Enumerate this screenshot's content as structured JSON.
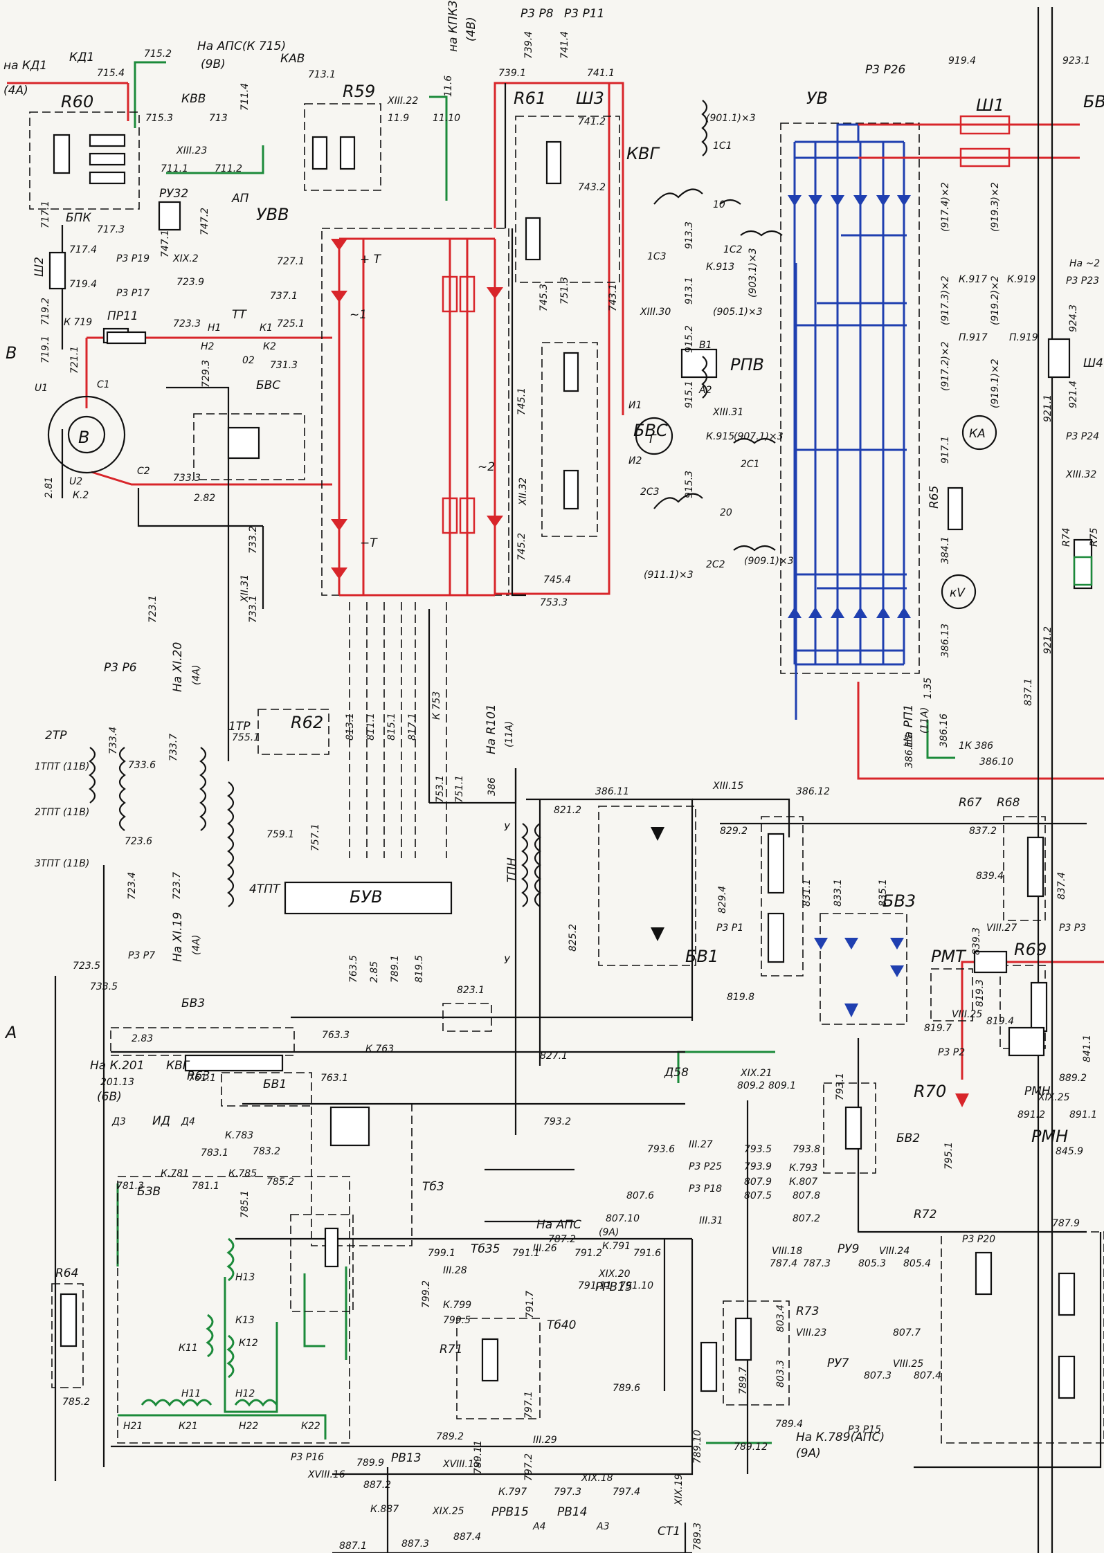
{
  "colors": {
    "power": "#d8252a",
    "rectifier": "#1f3fb0",
    "control": "#1b8a3a",
    "wire": "#111111",
    "paper": "#f7f6f2"
  },
  "labels": {
    "kd1_dest": "на КД1",
    "kd1_dest_sheet": "(4А)",
    "kd1": "КД1",
    "aps_715": "На АПС(К 715)",
    "aps_715_sheet": "(9В)",
    "kpk3": "на КПК3",
    "kpk3_sheet": "(4В)",
    "kav": "КАВ",
    "kvv": "КВВ",
    "r60": "R60",
    "r59": "R59",
    "r61": "R61",
    "sh3": "Ш3",
    "kvg": "КВГ",
    "ap": "АП",
    "uvv": "УВВ",
    "ru32": "РУ32",
    "bpk": "БПК",
    "pr11": "ПР11",
    "tt": "ТТ",
    "bvs_left": "БВС",
    "bvs_right": "БВС",
    "uv": "УВ",
    "sh1": "Ш1",
    "bv_top": "БВ",
    "rpv": "РПВ",
    "gen_b": "В",
    "gen_g": "Г",
    "ka": "КА",
    "kv": "кV",
    "r65": "R65",
    "sh2": "Ш2",
    "sh4": "Ш4",
    "r74": "R74",
    "r75": "R75",
    "plus_t": "+ Т",
    "minus_t": "−Т",
    "tilde1": "~1",
    "tilde2": "~2",
    "row_b": "В",
    "row_a": "А",
    "tr2": "2ТР",
    "tr1": "1ТР",
    "tpt1": "1ТПТ (11В)",
    "tpt2": "2ТПТ (11В)",
    "tpt3": "3ТПТ (11В)",
    "tpt4": "4ТПТ",
    "r62": "R62",
    "buv": "БУВ",
    "tpn": "ТПН",
    "bv1_mid": "БВ1",
    "bv1_left": "БВ1",
    "bv3": "БВ3",
    "bv3_bot": "БВ3",
    "r67": "R67",
    "r68": "R68",
    "r69": "R69",
    "rmt": "РМТ",
    "r63": "R63",
    "r64": "R64",
    "r70": "R70",
    "r71": "R71",
    "r72": "R72",
    "r73": "R73",
    "bzv": "БЗВ",
    "id": "ИД",
    "tb3": "Тб3",
    "tb35": "Тб35",
    "tb40": "Тб40",
    "ppv15": "РРВ15",
    "ru7": "РУ7",
    "ru9": "РУ9",
    "rmn_a": "РМН",
    "rmn_b": "РМН",
    "bv2": "БВ2",
    "d58": "Д58",
    "rv13": "РВ13",
    "ppv15_bot": "РРВ15",
    "rv14": "РВ14",
    "st1": "СТ1",
    "na_aps_807": "На АПС",
    "na_aps_807_sheet": "(9А)",
    "na_k789": "На К.789(АПС)",
    "na_k789_sheet": "(9А)",
    "na_r101": "На R101",
    "na_r101_sheet": "(11А)",
    "na_rp1": "На РП1",
    "na_rp1_sheet": "(11А)",
    "na_xi20": "На XI.20",
    "na_xi20_sheet": "(4А)",
    "na_xi19": "На XI.19",
    "na_xi19_sheet": "(4А)",
    "na_k201": "На К.201",
    "na_k201_sheet": "(6В)",
    "kvg_bottom": "КВГ"
  },
  "wires": {
    "w715_4": "715.4",
    "w715_2": "715.2",
    "w715_3": "715.3",
    "w713_1": "713.1",
    "w713": "713",
    "w711_4": "711.4",
    "w711_1": "711.1",
    "w711_2": "711.2",
    "w11_9": "11.9",
    "w11_10": "11.10",
    "w11_6": "11.6",
    "w739_1": "739.1",
    "w739_4": "739.4",
    "w741_4": "741.4",
    "w741_1": "741.1",
    "w741_2": "741.2",
    "w743_2": "743.2",
    "w743_1": "743.1",
    "w901": "(901.1)×3",
    "w1c1": "1С1",
    "w10": "10",
    "w1c2": "1С2",
    "w1c3": "1С3",
    "w913_3": "913.3",
    "wk913": "К.913",
    "w913_1": "913.1",
    "w905": "(905.1)×3",
    "w903": "(903.1)×3",
    "w915_2": "915.2",
    "w915_1": "915.1",
    "wk915": "К.915",
    "w907": "(907.1)×3",
    "w2c1": "2С1",
    "w2c3": "2С3",
    "w20": "20",
    "w2c2": "2С2",
    "w909": "(909.1)×3",
    "w911": "(911.1)×3",
    "w915_3": "915.3",
    "w919_4": "919.4",
    "w923_1": "923.1",
    "w917_4": "(917.4)×2",
    "w919_3": "(919.3)×2",
    "wk917": "К.917",
    "wk919": "К.919",
    "w917_3": "(917.3)×2",
    "w919_2": "(919.2)×2",
    "wp917": "П.917",
    "wp919": "П.919",
    "w917_2": "(917.2)×2",
    "w919_1": "(919.1)×2",
    "w917_1": "917.1",
    "w384_1": "384.1",
    "w386_13": "386.13",
    "w1_35": "1.35",
    "w386_15": "386.15",
    "w386_16": "386.16",
    "wk386": "1К 386",
    "w386_10": "386.10",
    "w921_1": "921.1",
    "w921_2": "921.2",
    "w837_1": "837.1",
    "w924_3": "924.3",
    "w921_4": "921.4",
    "w717_1": "717.1",
    "w717_3": "717.3",
    "w717_4": "717.4",
    "w719_4": "719.4",
    "w719_2": "719.2",
    "wk719": "К 719",
    "w719_1": "719.1",
    "w721_1": "721.1",
    "w723_3": "723.3",
    "w723_9": "723.9",
    "w747_1": "747.1",
    "w747_2": "747.2",
    "w727_1": "727.1",
    "w737_1": "737.1",
    "w725_1": "725.1",
    "w729_3": "729.3",
    "w731_3": "731.3",
    "w733_3": "733.3",
    "w2_81": "2.81",
    "wk2": "К.2",
    "w2_82": "2.82",
    "w733_2": "733.2",
    "w733_1": "733.1",
    "w723_1": "723.1",
    "w745_1": "745.1",
    "w745_2": "745.2",
    "w745_3": "745.3",
    "w751_3": "751.3",
    "w745_4": "745.4",
    "w753_3": "753.3",
    "w733_6": "733.6",
    "w733_7": "733.7",
    "w733_4": "733.4",
    "w723_6": "723.6",
    "w723_4": "723.4",
    "w723_7": "723.7",
    "w723_5": "723.5",
    "w733_5": "733.5",
    "w755_1": "755.1",
    "w759_1": "759.1",
    "w757_1": "757.1",
    "w813_1": "813.1",
    "w811_1": "811.1",
    "w815_1": "815.1",
    "w817_1": "817.1",
    "wk753": "К 753",
    "w753_1": "753.1",
    "w751_1": "751.1",
    "w386": "386",
    "w821_2": "821.2",
    "w386_11": "386.11",
    "w386_12": "386.12",
    "w829_2": "829.2",
    "w837_2": "837.2",
    "w839_4": "839.4",
    "w829_4": "829.4",
    "w831_1": "831.1",
    "w833_1": "833.1",
    "w835_1": "835.1",
    "w825_2": "825.2",
    "w823_1": "823.1",
    "w827_1": "827.1",
    "w819_8": "819.8",
    "w819_3": "819.3",
    "w819_4": "819.4",
    "w819_7": "819.7",
    "w839_3": "839.3",
    "w837_4": "837.4",
    "w763_5": "763.5",
    "w2_85": "2.85",
    "w789_1": "789.1",
    "w819_5": "819.5",
    "w2_83": "2.83",
    "w763_3": "763.3",
    "wk763": "К 763",
    "w201_13": "201.13",
    "w761_1": "761.1",
    "w763_1": "763.1",
    "w793_2": "793.2",
    "w793_6": "793.6",
    "w793_5": "793.5",
    "w793_8": "793.8",
    "w793_9": "793.9",
    "wk793": "К.793",
    "w807_9": "807.9",
    "wk807": "К.807",
    "w807_5": "807.5",
    "w807_8": "807.8",
    "w807_6": "807.6",
    "w807_2": "807.2",
    "w807_10": "807.10",
    "w787_2": "787.2",
    "w809_2": "809.2",
    "w809_1": "809.1",
    "w793_1": "793.1",
    "w783_1": "783.1",
    "w783_2": "783.2",
    "wk783": "К.783",
    "wk785": "К.785",
    "w785_2": "785.2",
    "w781_3": "781.3",
    "wk781": "К.781",
    "w781_1": "781.1",
    "w785_1": "785.1",
    "w799_1": "799.1",
    "w791_1": "791.1",
    "w791_2": "791.2",
    "wk791": "К.791",
    "w791_6": "791.6",
    "w791_11": "791.11",
    "w791_10": "791.10",
    "wk799": "К.799",
    "w799_5": "799.5",
    "w799_2": "799.2",
    "w791_7": "791.7",
    "w787_9": "787.9",
    "w787_4": "787.4",
    "w787_3": "787.3",
    "w805_3": "805.3",
    "w805_4": "805.4",
    "w803_4": "803.4",
    "w803_3": "803.3",
    "w789_7": "789.7",
    "w807_3": "807.3",
    "w807_4": "807.4",
    "w807_7": "807.7",
    "w789_6": "789.6",
    "w789_4": "789.4",
    "w789_12": "789.12",
    "w789_10": "789.10",
    "w789_2": "789.2",
    "w789_9": "789.9",
    "w789_11": "789.11",
    "w797_1": "797.1",
    "w797_2": "797.2",
    "wk797": "К.797",
    "w797_3": "797.3",
    "w797_4": "797.4",
    "w887_2": "887.2",
    "w887_1": "887.1",
    "wk887": "К.887",
    "w887_3": "887.3",
    "w887_4": "887.4",
    "w789_3": "789.3",
    "w785_2b": "785.2",
    "w795_1": "795.1",
    "w889_2": "889.2",
    "w891_2": "891.2",
    "w891_1": "891.1",
    "w845_9": "845.9",
    "w841_1": "841.1"
  },
  "terminals": {
    "xiii22": "XIII.22",
    "xiii23": "XIII.23",
    "xiii30": "XIII.30",
    "xiii31": "XIII.31",
    "xii32": "XII.32",
    "xii31": "XII.31",
    "xiii15": "XIII.15",
    "xix2": "XIX.2",
    "viii27": "VIII.27",
    "viii25": "VIII.25",
    "iii27": "III.27",
    "iii31": "III.31",
    "iii28": "III.28",
    "iii26": "III.26",
    "xix20": "XIX.20",
    "xix21": "XIX.21",
    "viii18": "VIII.18",
    "viii24": "VIII.24",
    "viii23": "VIII.23",
    "viii25b": "VIII.25",
    "iii29": "III.29",
    "xviii15": "XVIII.15",
    "xix18": "XIX.18",
    "xix19": "XIX.19",
    "xviii16": "XVIII.16",
    "xix25": "XIX.25",
    "xix25b": "XIX.25",
    "xiii32": "XIII.32"
  },
  "supplies": {
    "p3p8": "Р3 Р8",
    "p3p11": "Р3 Р11",
    "p3p26": "Р3 Р26",
    "p3p19": "Р3 Р19",
    "p3p17": "Р3 Р17",
    "p3p6": "Р3 Р6",
    "p3p7": "Р3 Р7",
    "p3p1": "Р3 Р1",
    "p3p3": "Р3 Р3",
    "p3p2": "Р3 Р2",
    "p3p25": "Р3 Р25",
    "p3p18": "Р3 Р18",
    "p3p15": "Р3 Р15",
    "p3p16": "Р3 Р16",
    "p3p20": "Р3 Р20",
    "p3p23": "Р3 Р23",
    "p3p24": "Р3 Р24",
    "na2": "На ~2"
  },
  "pins": {
    "c1": "С1",
    "c2": "С2",
    "u1": "U1",
    "u2": "U2",
    "h1": "Н1",
    "k1": "К1",
    "h2": "Н2",
    "k2": "К2",
    "o2": "02",
    "b1": "В1",
    "a2": "А2",
    "i1": "И1",
    "i2": "И2",
    "d3": "Д3",
    "d4": "Д4",
    "h13": "Н13",
    "k13": "К13",
    "k12": "К12",
    "k11": "К11",
    "h11": "Н11",
    "h12": "Н12",
    "h21": "Н21",
    "k21": "К21",
    "h22": "Н22",
    "k22": "К22",
    "a3": "А3",
    "a4": "А4",
    "y_top": "У",
    "y_bot": "У"
  }
}
